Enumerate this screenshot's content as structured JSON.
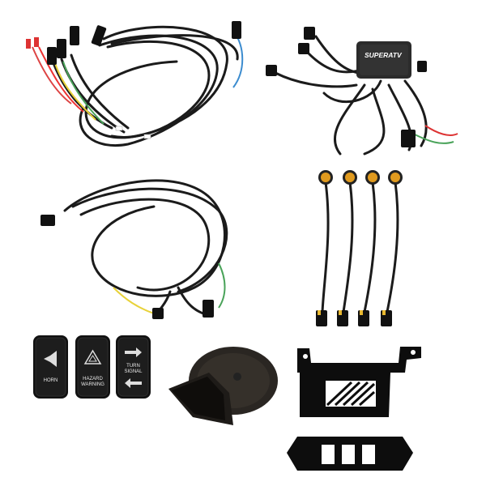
{
  "product": {
    "brand_label": "SUPERATV",
    "switches": [
      {
        "label_lines": [
          "HORN"
        ],
        "icon": "horn-icon"
      },
      {
        "label_lines": [
          "HAZARD",
          "WARNING"
        ],
        "icon": "hazard-triangle-icon"
      },
      {
        "label_lines": [
          "TURN",
          "SIGNAL"
        ],
        "icon": "double-arrow-icon"
      }
    ]
  },
  "colors": {
    "background": "#ffffff",
    "wire": "#1b1b1b",
    "switch_body": "#111111",
    "bracket": "#0d0d0d",
    "amber_lens": "#e09a1e"
  }
}
